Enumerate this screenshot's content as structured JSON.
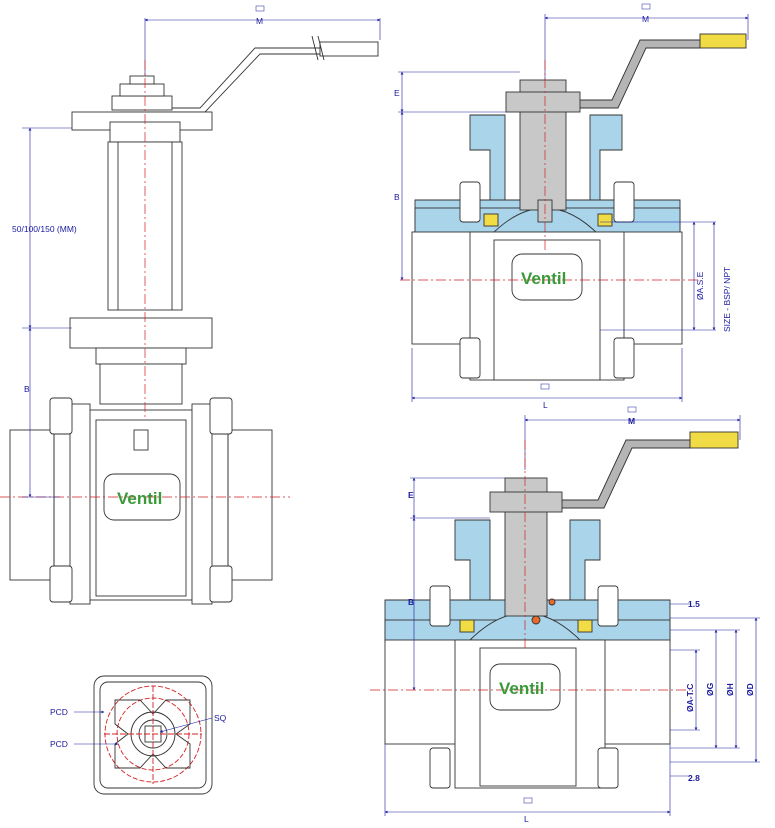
{
  "brand": "Ventil",
  "views": {
    "extended_stem": {
      "dim_m": "M",
      "dim_stem_ext": "50/100/150 (MM)",
      "dim_b": "B"
    },
    "threaded_section": {
      "dim_m": "M",
      "dim_e": "E",
      "dim_b": "B",
      "dim_bore": "ØA.S.E",
      "dim_size": "SIZE - BSP/ NPT",
      "dim_l": "L"
    },
    "tri_clamp_section": {
      "dim_m": "M",
      "dim_e": "E",
      "dim_b": "B",
      "dim_1_5": "1.5",
      "dim_bore": "ØA-T.C",
      "dim_g": "ØG",
      "dim_h": "ØH",
      "dim_d": "ØD",
      "dim_2_8": "2.8",
      "dim_l": "L"
    },
    "top_pad": {
      "label_pcd_1": "PCD",
      "label_pcd_2": "PCD",
      "label_sq": "SQ"
    }
  },
  "colors": {
    "section_blue": "#a9d4ea",
    "steel_grey": "#c8c8c8",
    "seal_yellow": "#f2dc45",
    "dimension_blue": "#1a1aa0",
    "centerline_red": "#d42020",
    "logo_green": "#3a9a3a"
  }
}
